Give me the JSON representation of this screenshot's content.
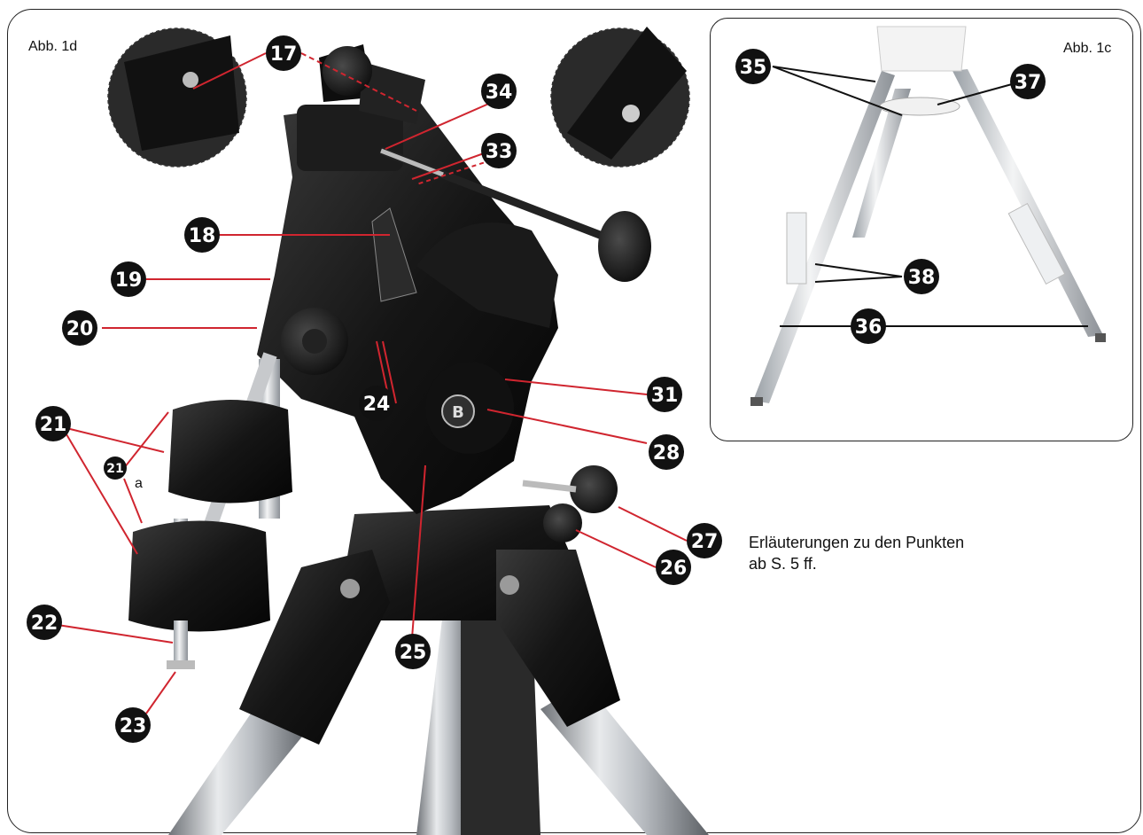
{
  "titles": {
    "main": "Abb. 1d",
    "inset": "Abb. 1c"
  },
  "note": {
    "line1": "Erläuterungen zu den Punkten",
    "line2": "ab S. 5 ff."
  },
  "labels": [
    "17",
    "34",
    "33",
    "18",
    "19",
    "20",
    "24",
    "31",
    "28",
    "21",
    "21",
    "a",
    "25",
    "27",
    "26",
    "22",
    "23",
    "35",
    "37",
    "38",
    "36"
  ],
  "colors": {
    "badge": "#111111",
    "leader": "#d0252f",
    "inset_leader": "#111111",
    "mount": "#1b1b1b",
    "steel": "#a9adb2"
  }
}
